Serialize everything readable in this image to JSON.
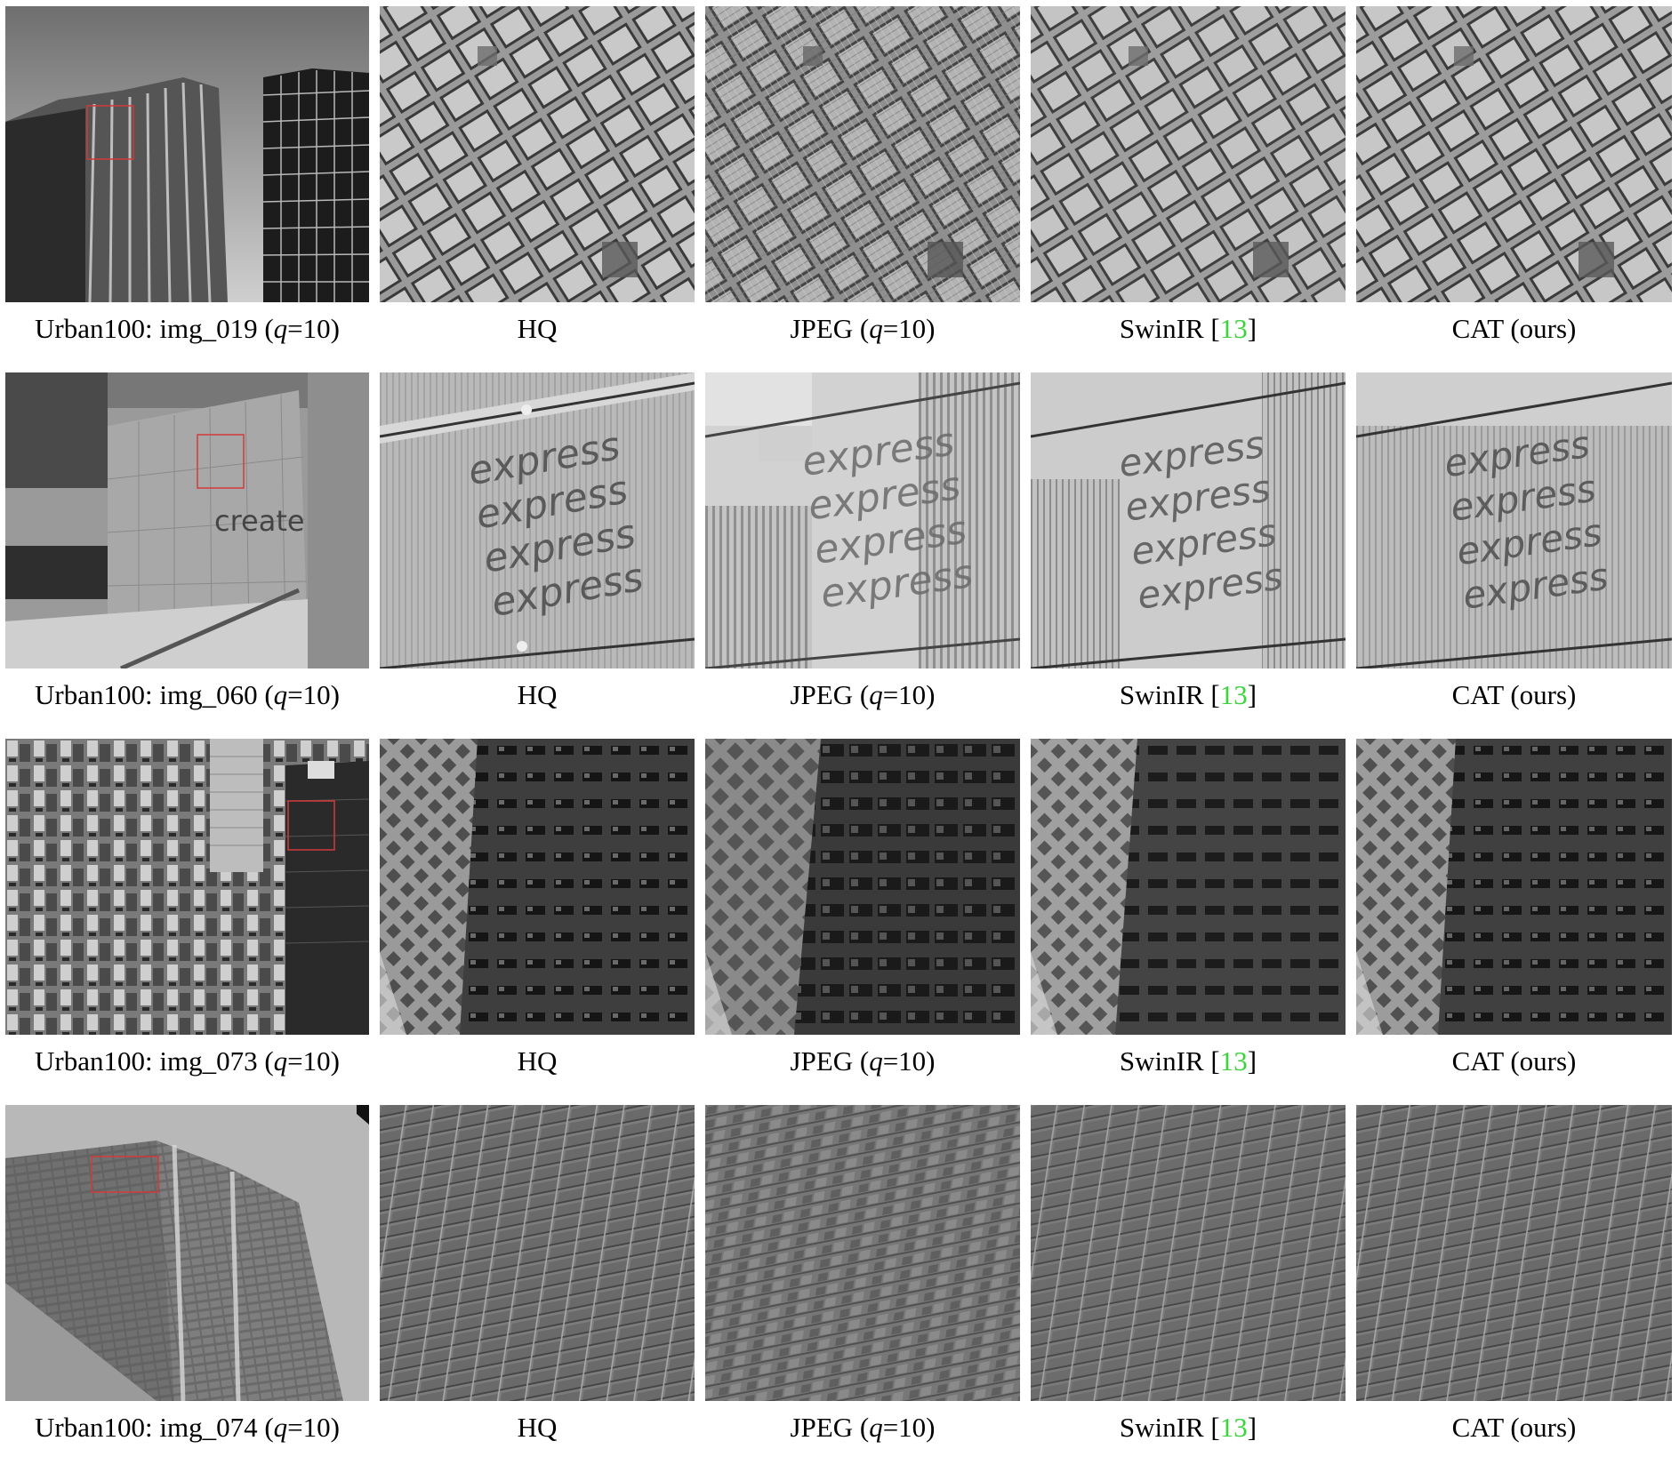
{
  "rows": [
    {
      "image_name": "img_019",
      "scene": "tower",
      "overview_text": "",
      "crop_text": "",
      "captions": {
        "overview_prefix": "Urban100: img_019 (",
        "q_var": "q",
        "q_val": "=10)",
        "hq": "HQ",
        "jpeg_prefix": "JPEG (",
        "jpeg_var": "q",
        "jpeg_val": "=10)",
        "swinir_prefix": "SwinIR [",
        "swinir_ref": "13",
        "swinir_suffix": "]",
        "cat": "CAT (ours)"
      }
    },
    {
      "image_name": "img_060",
      "scene": "wall",
      "overview_text": "create",
      "crop_text": "express",
      "captions": {
        "overview_prefix": "Urban100: img_060 (",
        "q_var": "q",
        "q_val": "=10)",
        "hq": "HQ",
        "jpeg_prefix": "JPEG (",
        "jpeg_var": "q",
        "jpeg_val": "=10)",
        "swinir_prefix": "SwinIR [",
        "swinir_ref": "13",
        "swinir_suffix": "]",
        "cat": "CAT (ours)"
      }
    },
    {
      "image_name": "img_073",
      "scene": "city",
      "overview_text": "",
      "crop_text": "",
      "captions": {
        "overview_prefix": "Urban100: img_073 (",
        "q_var": "q",
        "q_val": "=10)",
        "hq": "HQ",
        "jpeg_prefix": "JPEG (",
        "jpeg_var": "q",
        "jpeg_val": "=10)",
        "swinir_prefix": "SwinIR [",
        "swinir_ref": "13",
        "swinir_suffix": "]",
        "cat": "CAT (ours)"
      }
    },
    {
      "image_name": "img_074",
      "scene": "glass",
      "overview_text": "",
      "crop_text": "",
      "captions": {
        "overview_prefix": "Urban100: img_074 (",
        "q_var": "q",
        "q_val": "=10)",
        "hq": "HQ",
        "jpeg_prefix": "JPEG (",
        "jpeg_var": "q",
        "jpeg_val": "=10)",
        "swinir_prefix": "SwinIR [",
        "swinir_ref": "13",
        "swinir_suffix": "]",
        "cat": "CAT (ours)"
      }
    }
  ],
  "colors": {
    "reference_link": "#3bd43b",
    "roi_box": "#d23a3a"
  }
}
